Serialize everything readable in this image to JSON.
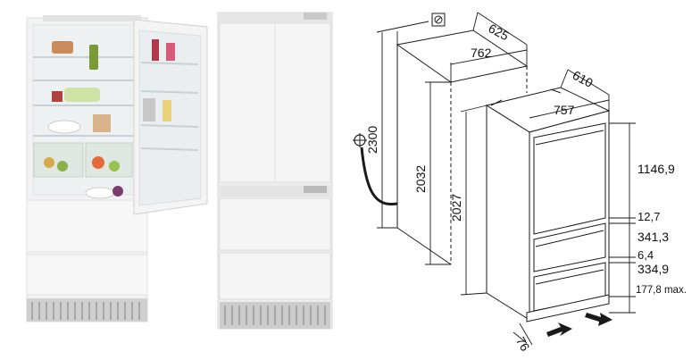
{
  "images": {
    "fridge_open": {
      "icon": "open-fridge-photo"
    },
    "fridge_closed": {
      "icon": "closed-fridge-photo"
    }
  },
  "diagram": {
    "icon": "installation-dimension-drawing",
    "labels": {
      "niche_depth": "625",
      "niche_width": "762",
      "niche_height_total": "2300",
      "niche_height": "2032",
      "unit_depth": "610",
      "unit_width": "757",
      "unit_height": "2027",
      "door_top": "1146,9",
      "gap_top": "12,7",
      "drawer_1": "341,3",
      "gap_mid": "6,4",
      "drawer_2": "334,9",
      "plinth": "177,8 max.",
      "bottom_offset": "76"
    }
  },
  "colors": {
    "line": "#1a1a1a",
    "photo_frame": "#dcdcdc",
    "shelf_glass": "#cfd8dc",
    "door_white": "#f3f3f3"
  }
}
